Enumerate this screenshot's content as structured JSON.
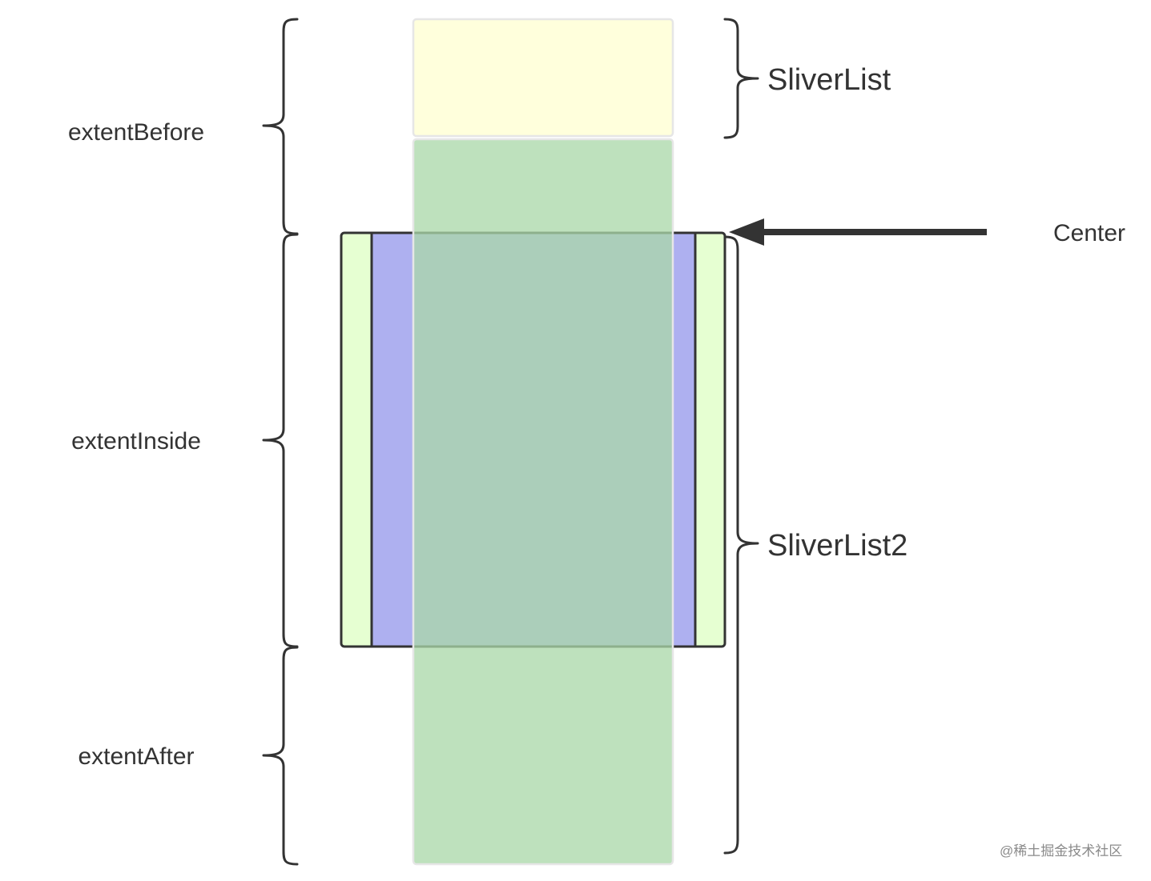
{
  "labels": {
    "extent_before": "extentBefore",
    "extent_inside": "extentInside",
    "extent_after": "extentAfter",
    "sliver_list": "SliverList",
    "sliver_list2": "SliverList2",
    "center": "Center"
  },
  "watermark": "@稀土掘金技术社区",
  "colors": {
    "sliver_list_fill": "#ffffdc",
    "sliver_list2_fill": "#a9d8a8",
    "viewport_outer_fill": "#e6ffd2",
    "viewport_inner_fill": "#aeb0f0",
    "overlap_fill": "#92c2a3",
    "stroke": "#333333"
  }
}
